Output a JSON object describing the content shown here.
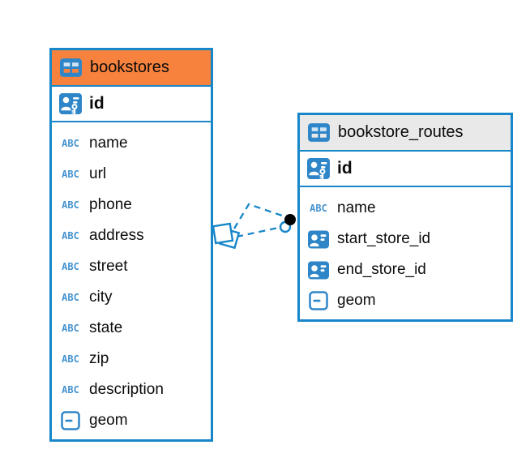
{
  "colors": {
    "accent_blue": "#1787C9",
    "icon_blue": "#2E86C8",
    "bookstores_header": "#F6823E",
    "bookstore_routes_header": "#E9E9E9",
    "relationship_dot": "#000000",
    "canvas_background": "#FFFFFF"
  },
  "icons": {
    "text_type_glyph": "ABC"
  },
  "tables": [
    {
      "name": "bookstores",
      "primary_key": {
        "label": "id"
      },
      "columns": [
        {
          "label": "name",
          "type": "text"
        },
        {
          "label": "url",
          "type": "text"
        },
        {
          "label": "phone",
          "type": "text"
        },
        {
          "label": "address",
          "type": "text"
        },
        {
          "label": "street",
          "type": "text"
        },
        {
          "label": "city",
          "type": "text"
        },
        {
          "label": "state",
          "type": "text"
        },
        {
          "label": "zip",
          "type": "text"
        },
        {
          "label": "description",
          "type": "text"
        },
        {
          "label": "geom",
          "type": "geometry"
        }
      ]
    },
    {
      "name": "bookstore_routes",
      "primary_key": {
        "label": "id"
      },
      "columns": [
        {
          "label": "name",
          "type": "text"
        },
        {
          "label": "start_store_id",
          "type": "reference"
        },
        {
          "label": "end_store_id",
          "type": "reference"
        },
        {
          "label": "geom",
          "type": "geometry"
        }
      ]
    }
  ],
  "relationships": [
    {
      "between": [
        "bookstores",
        "bookstore_routes"
      ],
      "style": "dashed"
    },
    {
      "between": [
        "bookstores",
        "bookstore_routes"
      ],
      "style": "dashed"
    }
  ]
}
